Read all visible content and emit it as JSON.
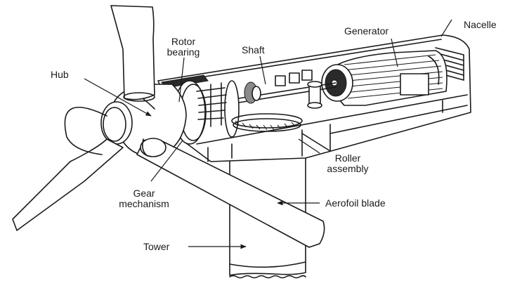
{
  "diagram": {
    "title": "Wind turbine components",
    "labels": {
      "hub": "Hub",
      "rotor_bearing_line1": "Rotor",
      "rotor_bearing_line2": "bearing",
      "shaft": "Shaft",
      "generator": "Generator",
      "nacelle": "Nacelle",
      "roller_assembly_line1": "Roller",
      "roller_assembly_line2": "assembly",
      "gear_mechanism_line1": "Gear",
      "gear_mechanism_line2": "mechanism",
      "aerofoil_blade": "Aerofoil blade",
      "tower": "Tower"
    }
  }
}
